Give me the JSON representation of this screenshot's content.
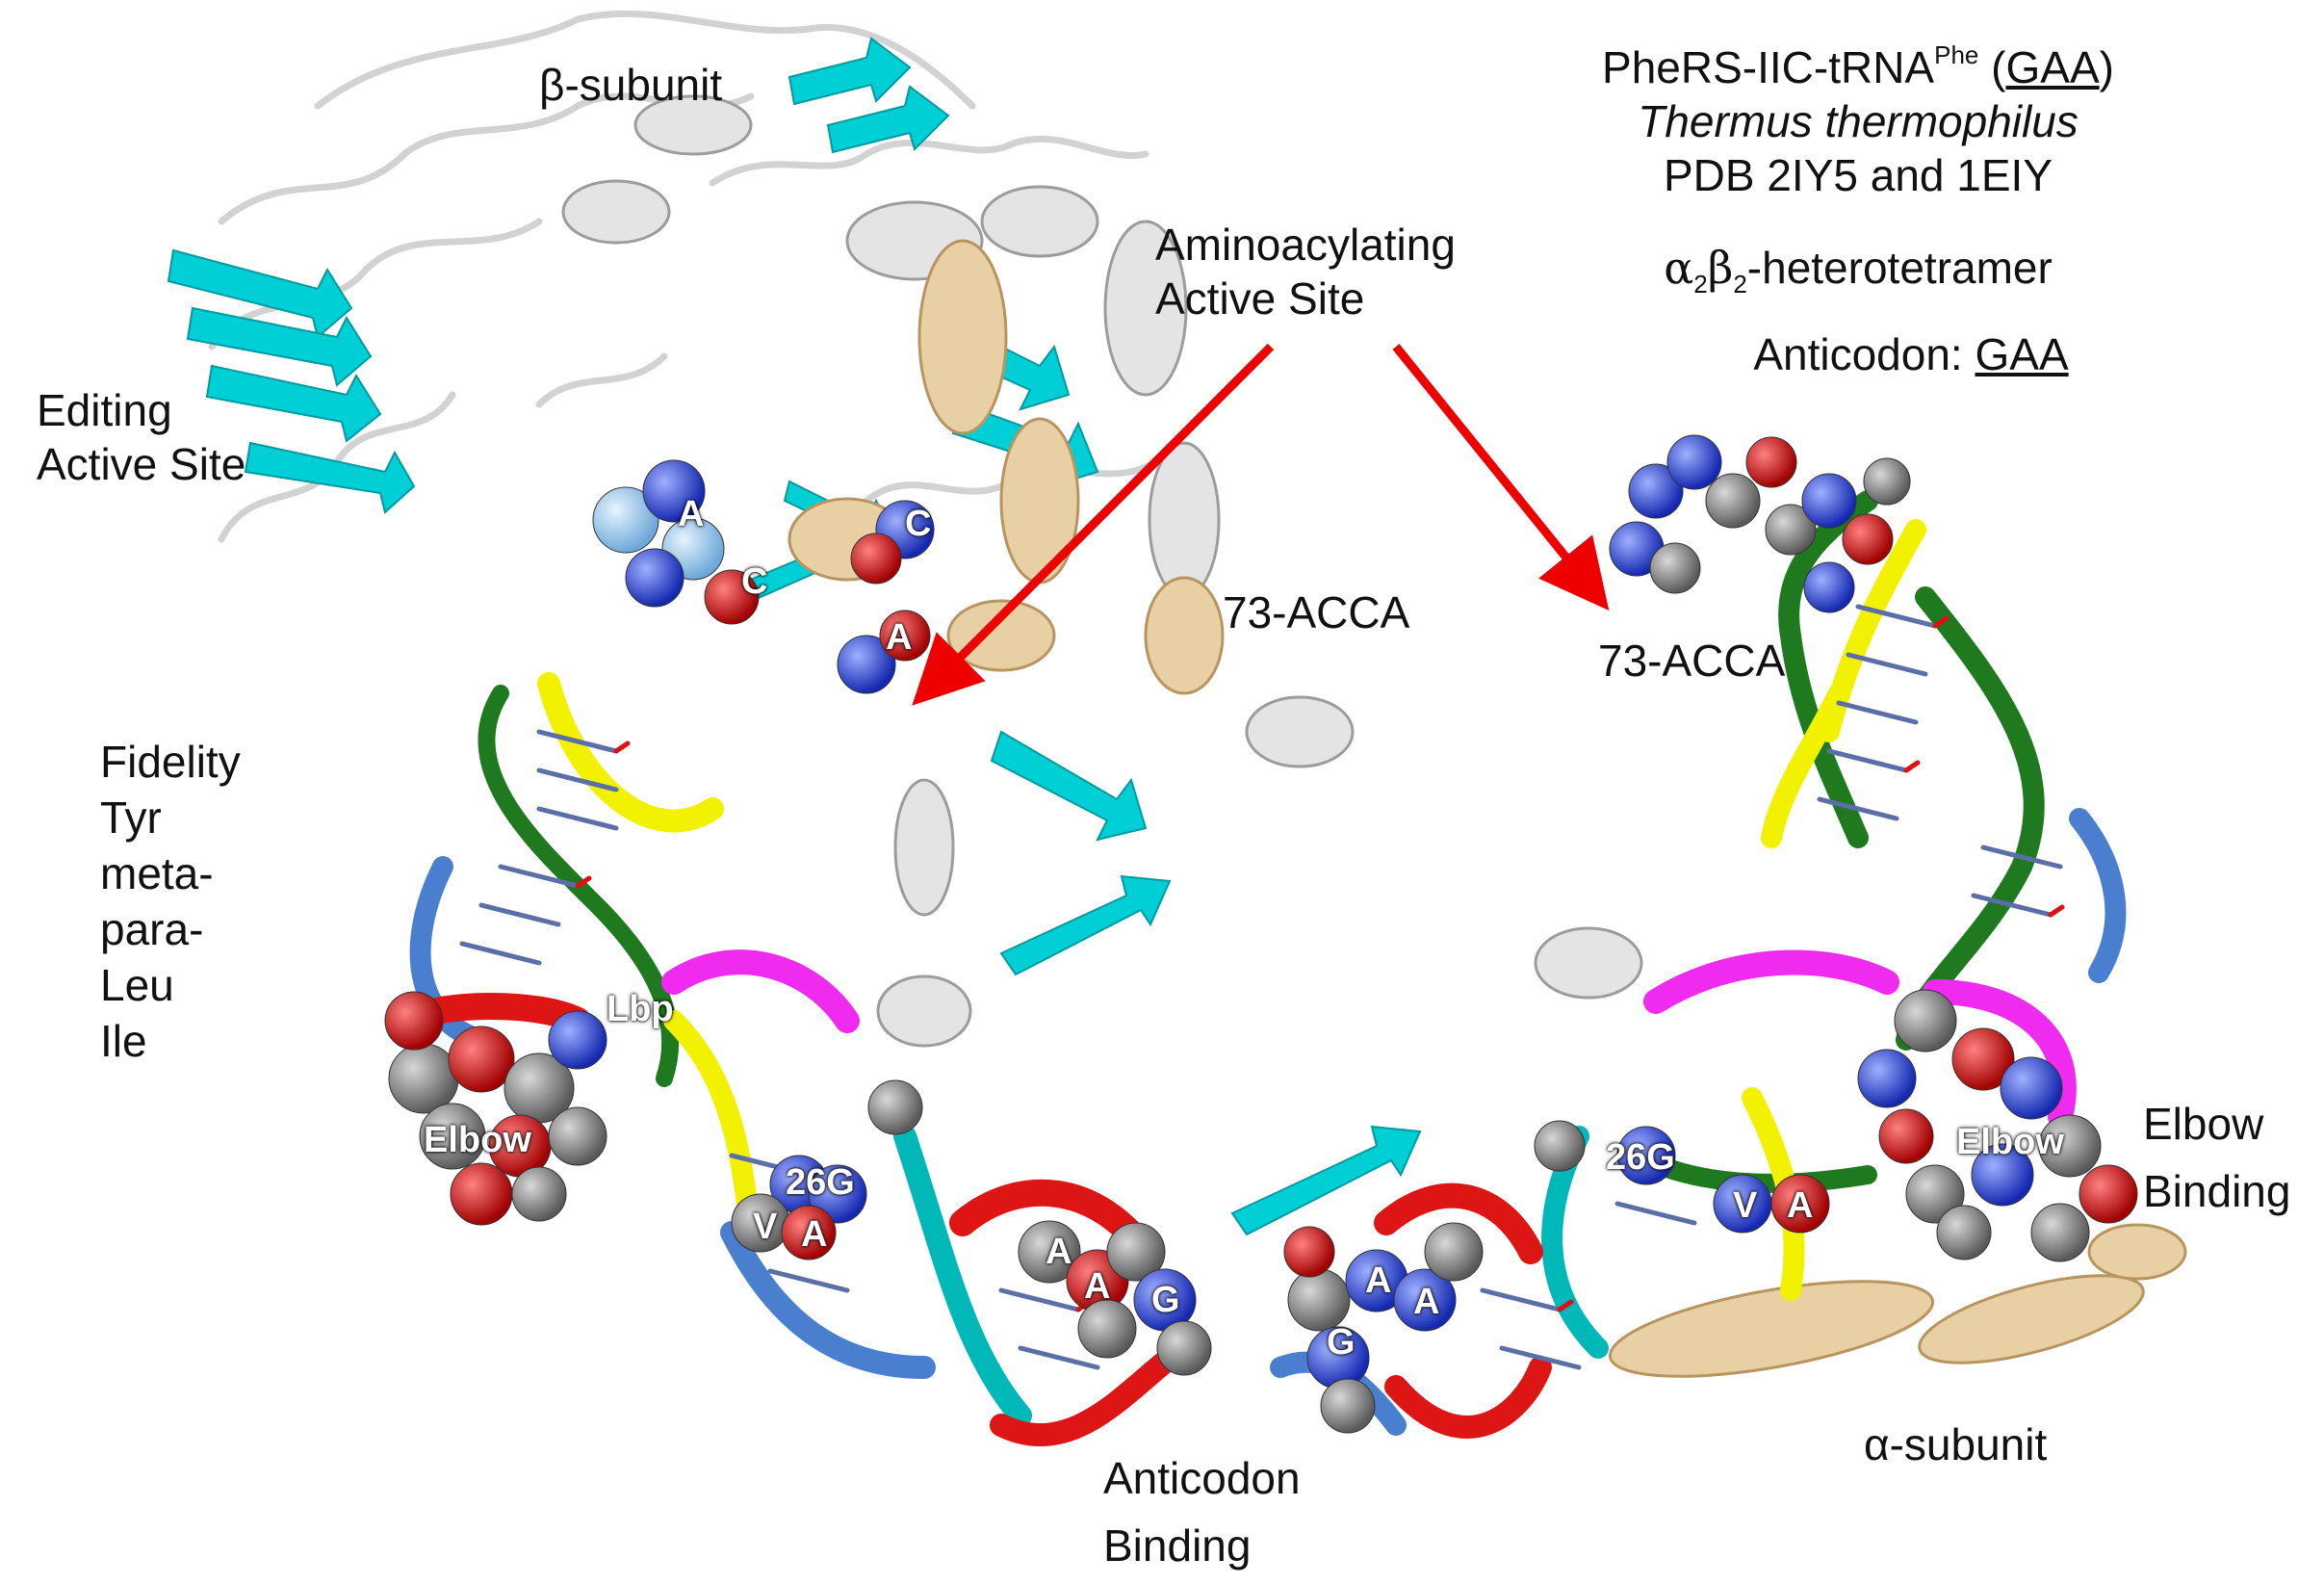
{
  "title_block": {
    "line1_pre": "PheRS-IIC-tRNA",
    "line1_sup": "Phe",
    "line1_post": " (",
    "line1_underlined": "GAA",
    "line1_close": ")",
    "organism": "Thermus thermophilus",
    "pdb": "PDB 2IY5 and 1EIY",
    "assembly_alpha": "α",
    "assembly_sub1": "2",
    "assembly_beta": "β",
    "assembly_sub2": "2",
    "assembly_rest": "-heterotetramer",
    "anticodon_pre": "Anticodon: ",
    "anticodon_underlined": "GAA"
  },
  "labels": {
    "beta_subunit": "β-subunit",
    "editing_site": [
      "Editing",
      "Active Site"
    ],
    "aminoacylating_site": [
      "Aminoacylating",
      "Active Site"
    ],
    "acca_left": "73-ACCA",
    "acca_right": "73-ACCA",
    "fidelity": [
      "Fidelity",
      "Tyr",
      "meta-",
      "para-",
      "Leu",
      "Ile"
    ],
    "elbow_binding": [
      "Elbow",
      "Binding"
    ],
    "anticodon_binding": [
      "Anticodon",
      "Binding"
    ],
    "alpha_subunit": "α-subunit"
  },
  "residue_labels": {
    "a_top": "A",
    "c_top": "C",
    "c_right": "C",
    "a_lower": "A",
    "lbp": "Lbp",
    "elbow_left": "Elbow",
    "g26_left": "26G",
    "v_left": "V",
    "a_left": "A",
    "ac_a1": "A",
    "ac_a2": "A",
    "ac_g1": "G",
    "ac_a3": "A",
    "ac_a4": "A",
    "ac_g2": "G",
    "g26_right": "26G",
    "v_right": "V",
    "a_right": "A",
    "elbow_right": "Elbow"
  },
  "colors": {
    "beta_strand": "#00cfd6",
    "protein_white": "#e6e6e6",
    "alpha_helix_tan": "#e8cfa4",
    "trna_yellow": "#f2f200",
    "trna_green": "#1f7a1f",
    "trna_magenta": "#ee2bee",
    "trna_red": "#dd1515",
    "trna_teal": "#00b8b8",
    "trna_blue": "#4a7fd0",
    "atom_carbon": "#8a8a8a",
    "atom_oxygen": "#e01010",
    "atom_nitrogen": "#3050f0",
    "arrow": "#ee0000"
  }
}
